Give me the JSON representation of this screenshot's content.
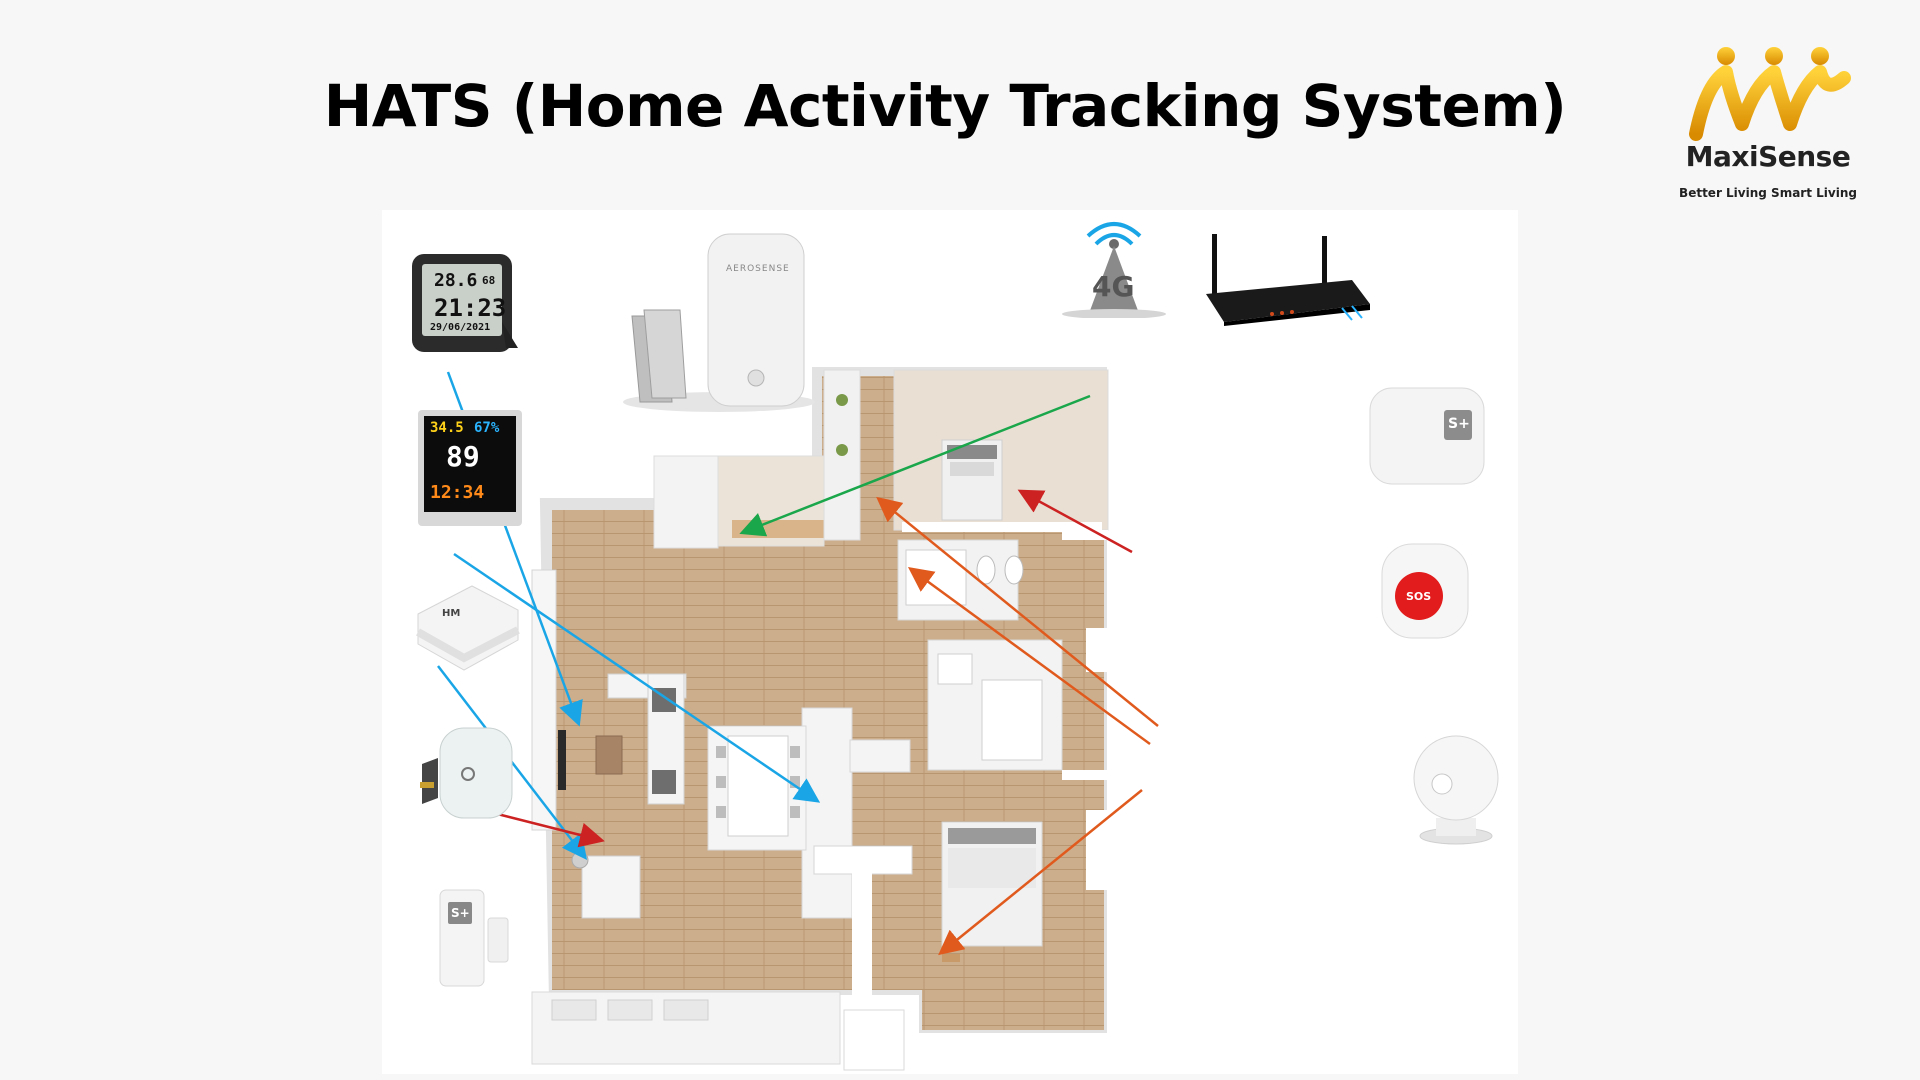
{
  "title": "HATS (Home Activity Tracking System)",
  "logo": {
    "name": "MaxiSense",
    "tagline": "Better Living Smart Living"
  },
  "devices": {
    "climate_display": {
      "temperature": "28.6",
      "humidity": "68",
      "time": "21:23",
      "date": "29/06/2021"
    },
    "air_quality": {
      "temperature": "34.5",
      "humidity": "67%",
      "pm": "89",
      "time": "12:34"
    },
    "aerosense": {
      "brand": "AEROSENSE"
    },
    "cellular": {
      "label": "4G"
    },
    "hub_logo": "S+",
    "door_sensor_logo": "S+",
    "sos_button": {
      "label": "SOS"
    },
    "co_sensor_logo": "HM"
  },
  "colors": {
    "blue_arrow": "#1aa6e6",
    "green_arrow": "#1aa64a",
    "red_arrow": "#cc2222",
    "orange_arrow": "#e05a1e",
    "wood_floor": "#c9a986"
  }
}
